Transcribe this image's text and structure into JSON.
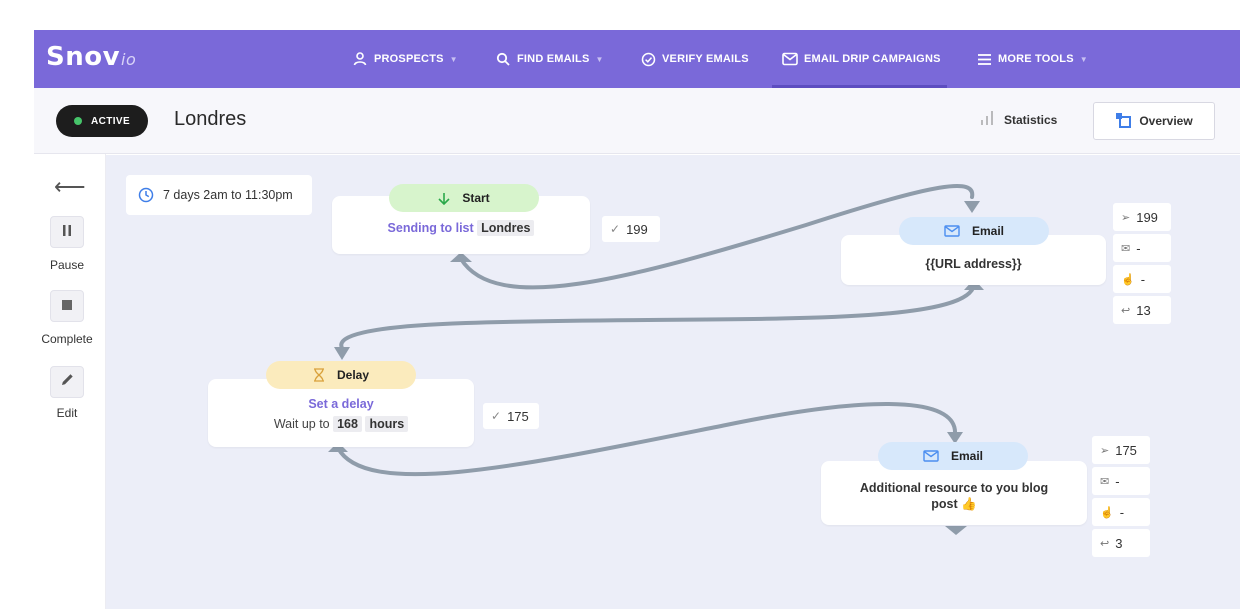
{
  "brand": {
    "name": "Snov",
    "suffix": "io"
  },
  "nav": {
    "items": [
      {
        "label": "PROSPECTS",
        "icon": "person-icon",
        "dropdown": true
      },
      {
        "label": "FIND EMAILS",
        "icon": "search-icon",
        "dropdown": true
      },
      {
        "label": "VERIFY EMAILS",
        "icon": "check-circle-icon",
        "dropdown": false
      },
      {
        "label": "EMAIL DRIP CAMPAIGNS",
        "icon": "envelope-icon",
        "dropdown": false,
        "active": true
      },
      {
        "label": "MORE TOOLS",
        "icon": "menu-icon",
        "dropdown": true
      }
    ]
  },
  "campaign": {
    "status": "ACTIVE",
    "title": "Londres",
    "statistics_label": "Statistics",
    "overview_label": "Overview"
  },
  "sidebar": {
    "pause_label": "Pause",
    "complete_label": "Complete",
    "edit_label": "Edit"
  },
  "flow": {
    "schedule": "7 days 2am to 11:30pm",
    "start": {
      "tag": "Start",
      "text_prefix": "Sending to list",
      "list_name": "Londres",
      "count": "199"
    },
    "email1": {
      "tag": "Email",
      "subject": "{{URL address}}",
      "stats": {
        "sent": "199",
        "opened": "-",
        "clicked": "-",
        "replied": "13"
      }
    },
    "delay": {
      "tag": "Delay",
      "title": "Set a delay",
      "wait_prefix": "Wait up to",
      "wait_value": "168",
      "wait_unit": "hours",
      "count": "175"
    },
    "email2": {
      "tag": "Email",
      "subject_line1": "Additional resource to you blog",
      "subject_line2": "post 👍",
      "stats": {
        "sent": "175",
        "opened": "-",
        "clicked": "-",
        "replied": "3"
      }
    }
  },
  "colors": {
    "brand_purple": "#7a69d9",
    "active_dot": "#46c46a",
    "connector": "#8f9caa",
    "start_tag": "#d7f4cc",
    "delay_tag": "#fbebbd",
    "email_tag": "#d7e8fb"
  }
}
